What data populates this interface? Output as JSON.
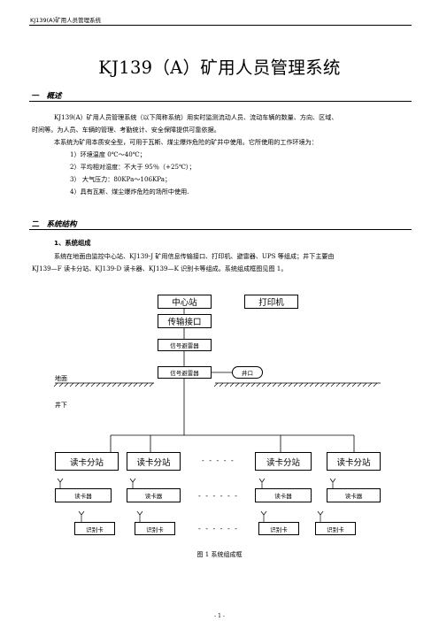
{
  "header": {
    "text": "KJ139(A)矿用人员管理系统"
  },
  "title": "KJ139（A）矿用人员管理系统",
  "section1": {
    "num": "一",
    "title": "概述",
    "para1_line1": "KJ139(A）矿用人员管理系统（以下简称系统）用实时监测流动人员、流动车辆的数量、方向、区域、",
    "para1_line2": "时间等。为人员、车辆的管理、考勤统计、安全保障提供可靠依据。",
    "para2": "本系统为矿用本质安全型，可用于瓦斯、煤尘爆炸危险的矿井中使用。它所使用的工作环境为：",
    "items": [
      "1）环境温度  0℃～40℃；",
      "2）平均相对湿度：不大于 95％（+25℃）；",
      "3）  大气压力：80KPa～106KPa；",
      "4）具有瓦斯、煤尘爆炸危险的场所中使用."
    ]
  },
  "section2": {
    "num": "二",
    "title": "系统结构",
    "sub1": "1、系统组成",
    "para1_line1": "系统在地面由监控中心站、KJ139-J 矿用信息传输接口、打印机、避雷器、UPS 等组成；井下主要由",
    "para1_line2": "KJ139—F 读卡分站、KJ139-D 读卡器、KJ139—K 识别卡等组成。系统组成框图见图 1。"
  },
  "diagram": {
    "center_station": "中心站",
    "printer": "打印机",
    "transmission_interface": "传输接口",
    "lightning_arrester_1": "信号避雷器",
    "lightning_arrester_2": "信号避雷器",
    "well_mouth": "井口",
    "ground": "地面",
    "underground": "井下",
    "substation": "读卡分站",
    "reader": "读卡器",
    "card": "识别卡",
    "dash_top": "- - - - -",
    "dash_mid": "- - - - - -",
    "dash_bot": "- - - - - -",
    "caption": "图 1    系统组成框"
  },
  "footer": {
    "page": "- 1 -"
  }
}
